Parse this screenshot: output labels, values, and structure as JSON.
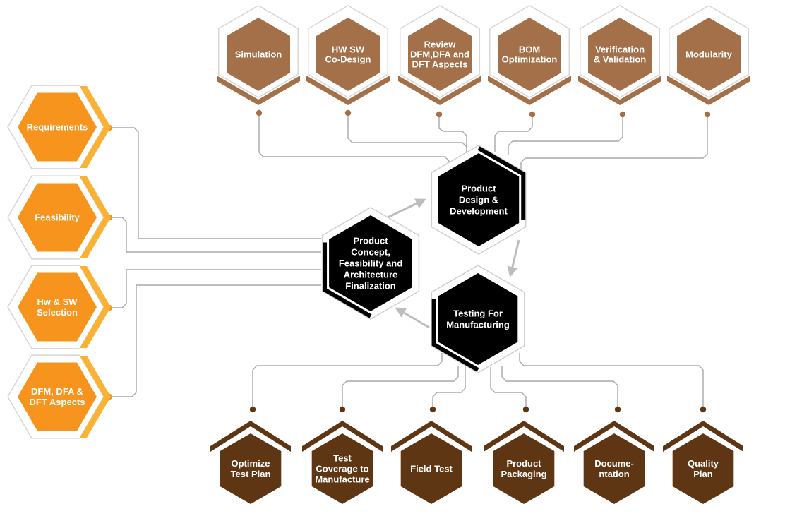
{
  "colors": {
    "top_fill": "#a3704a",
    "left_fill": "#f7941d",
    "left_accent": "#f9b233",
    "bottom_fill": "#5e3614",
    "center_fill": "#000000",
    "connector": "#a9a9a9",
    "dot_top": "#a3704a",
    "dot_left": "#f7941d",
    "dot_bottom": "#5e3614"
  },
  "center": [
    {
      "id": "concept",
      "lines": [
        "Product",
        "Concept,",
        "Feasibility and",
        "Architecture",
        "Finalization"
      ]
    },
    {
      "id": "design",
      "lines": [
        "Product",
        "Design &",
        "Development"
      ]
    },
    {
      "id": "testing",
      "lines": [
        "Testing For",
        "Manufacturing"
      ]
    }
  ],
  "left": [
    {
      "id": "requirements",
      "lines": [
        "Requirements"
      ]
    },
    {
      "id": "feasibility",
      "lines": [
        "Feasibility"
      ]
    },
    {
      "id": "hw-sw-selection",
      "lines": [
        "Hw & SW",
        "Selection"
      ]
    },
    {
      "id": "dfm-dfa-dft",
      "lines": [
        "DFM, DFA &",
        "DFT Aspects"
      ]
    }
  ],
  "top": [
    {
      "id": "simulation",
      "lines": [
        "Simulation"
      ]
    },
    {
      "id": "hw-sw-codesign",
      "lines": [
        "HW SW",
        "Co-Design"
      ]
    },
    {
      "id": "review-dfm",
      "lines": [
        "Review",
        "DFM,DFA and",
        "DFT Aspects"
      ]
    },
    {
      "id": "bom-optimization",
      "lines": [
        "BOM",
        "Optimization"
      ]
    },
    {
      "id": "verification-validation",
      "lines": [
        "Verification",
        "& Validation"
      ]
    },
    {
      "id": "modularity",
      "lines": [
        "Modularity"
      ]
    }
  ],
  "bottom": [
    {
      "id": "optimize-test-plan",
      "lines": [
        "Optimize",
        "Test Plan"
      ]
    },
    {
      "id": "test-coverage",
      "lines": [
        "Test",
        "Coverage to",
        "Manufacture"
      ]
    },
    {
      "id": "field-test",
      "lines": [
        "Field Test"
      ]
    },
    {
      "id": "product-packaging",
      "lines": [
        "Product",
        "Packaging"
      ]
    },
    {
      "id": "documentation",
      "lines": [
        "Docume-",
        "ntation"
      ]
    },
    {
      "id": "quality-plan",
      "lines": [
        "Quality",
        "Plan"
      ]
    }
  ]
}
